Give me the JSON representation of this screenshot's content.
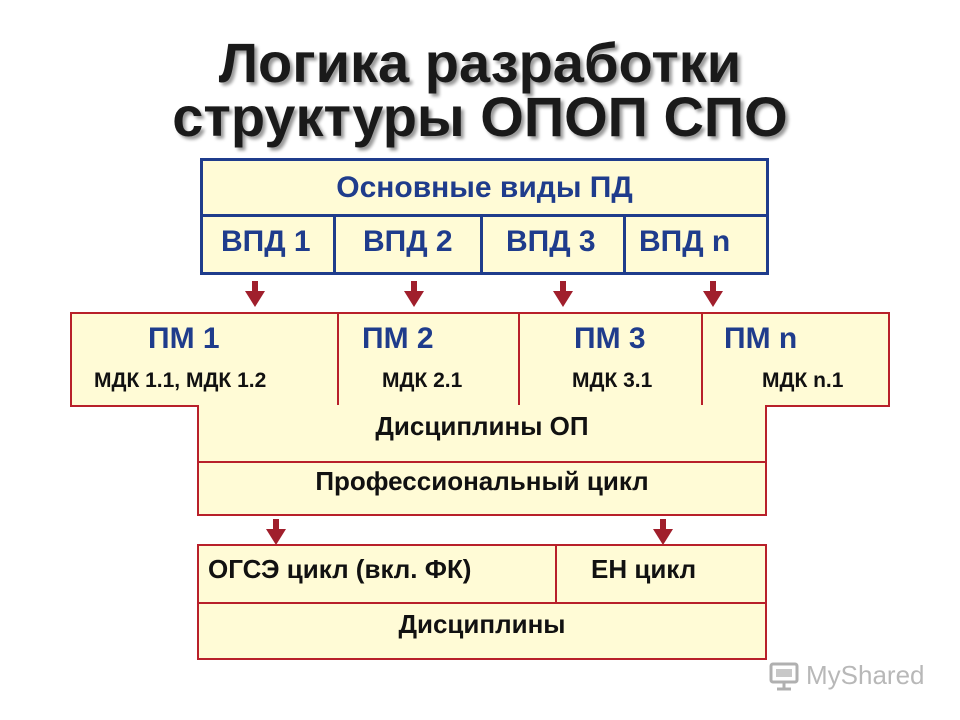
{
  "title": {
    "line1": "Логика разработки",
    "line2": "структуры ОПОП СПО"
  },
  "vpd_box": {
    "header": "Основные виды ПД",
    "items": [
      "ВПД 1",
      "ВПД 2",
      "ВПД 3",
      "ВПД n"
    ]
  },
  "pm_box": {
    "modules": [
      {
        "name": "ПМ 1",
        "mdk": "МДК 1.1, МДК 1.2"
      },
      {
        "name": "ПМ 2",
        "mdk": "МДК 2.1"
      },
      {
        "name": "ПМ 3",
        "mdk": "МДК 3.1"
      },
      {
        "name": "ПМ n",
        "mdk": "МДК n.1"
      }
    ]
  },
  "prof_box": {
    "row1": "Дисциплины ОП",
    "row2": "Профессиональный цикл"
  },
  "general_box": {
    "left": "ОГСЭ цикл (вкл. ФК)",
    "right": "ЕН цикл",
    "bottom": "Дисциплины"
  },
  "watermark": {
    "brand": "MyShared",
    "icon": "presentation-board-icon"
  },
  "colors": {
    "navy": "#1f3c8c",
    "red": "#b8202a",
    "fill": "#fffbd6",
    "arrow": "#a01f2c"
  }
}
